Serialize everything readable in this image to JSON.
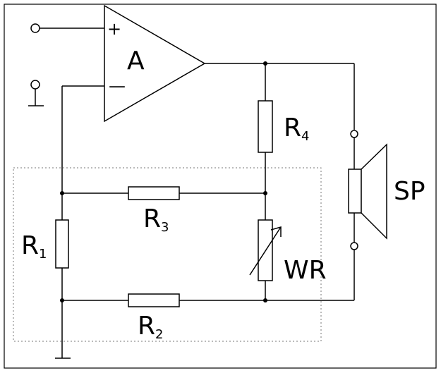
{
  "diagram": {
    "amplifier_label": "A",
    "plus_sign": "+",
    "minus_sign": "—",
    "resistors": {
      "r1": {
        "main": "R",
        "sub": "1"
      },
      "r2": {
        "main": "R",
        "sub": "2"
      },
      "r3": {
        "main": "R",
        "sub": "3"
      },
      "r4": {
        "main": "R",
        "sub": "4"
      }
    },
    "variable_resistor_label": "WR",
    "speaker_label": "SP"
  }
}
